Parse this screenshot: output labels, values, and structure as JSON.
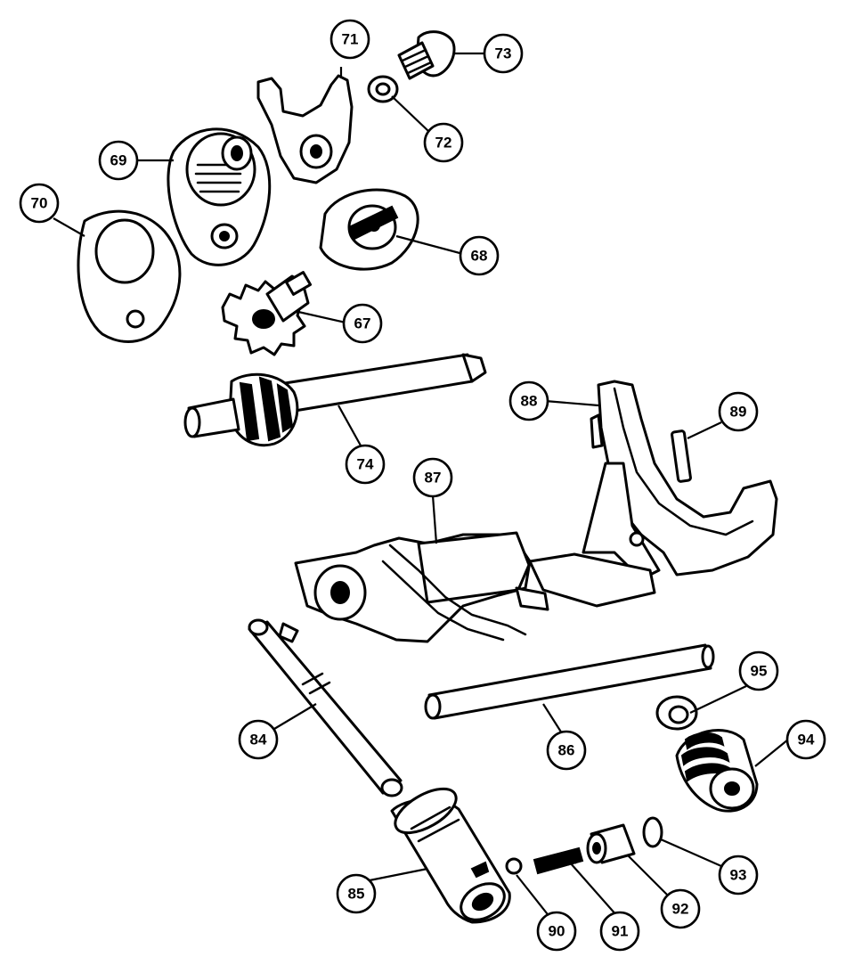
{
  "callouts": {
    "c67": "67",
    "c68": "68",
    "c69": "69",
    "c70": "70",
    "c71": "71",
    "c72": "72",
    "c73": "73",
    "c74": "74",
    "c84": "84",
    "c85": "85",
    "c86": "86",
    "c87": "87",
    "c88": "88",
    "c89": "89",
    "c90": "90",
    "c91": "91",
    "c92": "92",
    "c93": "93",
    "c94": "94",
    "c95": "95"
  },
  "colors": {
    "ink": "#000000",
    "paper": "#ffffff"
  }
}
